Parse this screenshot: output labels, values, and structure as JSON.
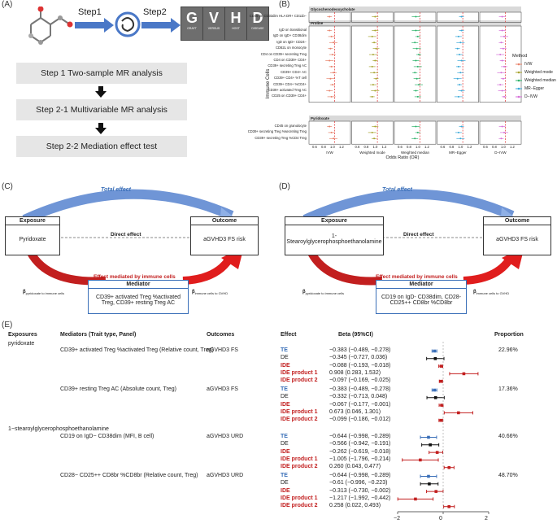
{
  "panel_labels": {
    "a": "(A)",
    "b": "(B)",
    "c": "(C)",
    "d": "(D)",
    "e": "(E)"
  },
  "panel_a": {
    "step1_arrow": "Step1",
    "step2_arrow": "Step2",
    "gvhd_letters": [
      {
        "letter": "G",
        "caption": "GRAFT"
      },
      {
        "letter": "V",
        "caption": "VERSUS"
      },
      {
        "letter": "H",
        "caption": "HOST"
      },
      {
        "letter": "D",
        "caption": "DISEASE"
      }
    ],
    "steps": [
      "Step 1 Two-sample MR analysis",
      "Step 2-1 Multivariable MR analysis",
      "Step 2-2 Mediation effect test"
    ]
  },
  "panel_b": {
    "y_axis_label": "Immune Cells",
    "x_axis_label": "Odds Ratio (OR)",
    "legend_title": "Method",
    "methods": [
      {
        "name": "IVW",
        "color": "#e8836b"
      },
      {
        "name": "Weighted mode",
        "color": "#a8a431"
      },
      {
        "name": "Weighted median",
        "color": "#2fb36b"
      },
      {
        "name": "MR−Egger",
        "color": "#3aa8d8"
      },
      {
        "name": "D−IVW",
        "color": "#d66fd8"
      }
    ],
    "facet_titles": [
      "IVW",
      "Weighted mode",
      "Weighted median",
      "MR−Egger",
      "D−IVW"
    ],
    "ticks": [
      "0.6",
      "0.8",
      "1.0",
      "1.2"
    ],
    "sections": [
      {
        "title": "Glycochenodeoxycholate",
        "rows": [
          "CD45 on CD33dim HLA DR+ CD11b−"
        ]
      },
      {
        "title": "Proline",
        "rows": [
          "IgD on transitional",
          "IgD on IgD+ CD38dim",
          "IgD on IgD+ CD24−",
          "CD62L on monocyte",
          "CD4 on CD39+ secreting Treg",
          "CD4 on CD39+ CD4+",
          "CD39+ secreting Treg AC",
          "CD39+ CD4+ AC",
          "CD39+ CD4+ %T cell",
          "CD39+ CD4+ %CD4+",
          "CD39+ activated Treg AC",
          "CD25 on CD39+ CD4+"
        ]
      },
      {
        "title": "Pyridoxate",
        "rows": [
          "CD45 on granulocyte",
          "CD39+ secreting Treg %secreting Treg",
          "CD39+ secreting Treg %CD4 Treg"
        ]
      }
    ]
  },
  "panel_c": {
    "total_effect": "Total effect",
    "direct_effect": "Direct effect",
    "mediated_effect": "Effect mediated by immune cells",
    "exposure_header": "Exposure",
    "exposure": "Pyridoxate",
    "outcome_header": "Outcome",
    "outcome": "aGVHD3 FS risk",
    "mediator_header": "Mediator",
    "mediator": "CD39+ activated Treg %activated Treg, CD39+ resting Treg AC",
    "beta_left": "β",
    "beta_left_sub": "pyridoxate to immune cells",
    "beta_right": "β",
    "beta_right_sub": "immune cells to GVHD"
  },
  "panel_d": {
    "total_effect": "Total effect",
    "direct_effect": "Direct effect",
    "mediated_effect": "Effect mediated by immune cells",
    "exposure_header": "Exposure",
    "exposure": "1-Stearoylglycerophosphoethanolamine",
    "outcome_header": "Outcome",
    "outcome": "aGVHD3 FS risk",
    "mediator_header": "Mediator",
    "mediator": "CD19 on IgD- CD38dim, CD28- CD25++ CD8br %CD8br",
    "beta_left": "β",
    "beta_left_sub": "pyridoxate to immune cells",
    "beta_right": "β",
    "beta_right_sub": "immune cells to GVHD"
  },
  "panel_e": {
    "headers": {
      "exposures": "Exposures",
      "mediators": "Mediators (Trait type, Panel)",
      "outcomes": "Outcomes",
      "effect": "Effect",
      "beta": "Beta (95%CI)",
      "proportion": "Proportion"
    },
    "axis_ticks": [
      "−2",
      "0",
      "2"
    ],
    "groups": [
      {
        "exposure": "pyridoxate",
        "mediator": "CD39+ activated Treg %activated Treg (Relative count, Treg)",
        "outcome": "aGVHD3 FS",
        "proportion": "22.96%",
        "rows": [
          {
            "effect": "TE",
            "beta": "−0.383 (−0.489, −0.278)",
            "est": -0.383,
            "lo": -0.489,
            "hi": -0.278
          },
          {
            "effect": "DE",
            "beta": "−0.345 (−0.727, 0.036)",
            "est": -0.345,
            "lo": -0.727,
            "hi": 0.036
          },
          {
            "effect": "IDE",
            "beta": "−0.088 (−0.193, −0.018)",
            "est": -0.088,
            "lo": -0.193,
            "hi": -0.018
          },
          {
            "effect": "IDE product 1",
            "beta": "0.908 (0.283, 1.532)",
            "est": 0.908,
            "lo": 0.283,
            "hi": 1.532
          },
          {
            "effect": "IDE product 2",
            "beta": "−0.097 (−0.169, −0.025)",
            "est": -0.097,
            "lo": -0.169,
            "hi": -0.025
          }
        ]
      },
      {
        "exposure": "",
        "mediator": "CD39+ resting Treg AC (Absolute count, Treg)",
        "outcome": "aGVHD3 FS",
        "proportion": "17.36%",
        "rows": [
          {
            "effect": "TE",
            "beta": "−0.383 (−0.489, −0.278)",
            "est": -0.383,
            "lo": -0.489,
            "hi": -0.278
          },
          {
            "effect": "DE",
            "beta": "−0.332 (−0.713, 0.048)",
            "est": -0.332,
            "lo": -0.713,
            "hi": 0.048
          },
          {
            "effect": "IDE",
            "beta": "−0.067 (−0.177, −0.001)",
            "est": -0.067,
            "lo": -0.177,
            "hi": -0.001
          },
          {
            "effect": "IDE product 1",
            "beta": "0.673 (0.046, 1.301)",
            "est": 0.673,
            "lo": 0.046,
            "hi": 1.301
          },
          {
            "effect": "IDE product 2",
            "beta": "−0.099 (−0.186, −0.012)",
            "est": -0.099,
            "lo": -0.186,
            "hi": -0.012
          }
        ]
      },
      {
        "exposure": "1−stearoylglycerophosphoethanolamine",
        "mediator": "CD19 on IgD− CD38dim (MFI, B cell)",
        "outcome": "aGVHD3 URD",
        "proportion": "40.66%",
        "rows": [
          {
            "effect": "TE",
            "beta": "−0.644 (−0.998, −0.289)",
            "est": -0.644,
            "lo": -0.998,
            "hi": -0.289
          },
          {
            "effect": "DE",
            "beta": "−0.566 (−0.942, −0.191)",
            "est": -0.566,
            "lo": -0.942,
            "hi": -0.191
          },
          {
            "effect": "IDE",
            "beta": "−0.262 (−0.619, −0.018)",
            "est": -0.262,
            "lo": -0.619,
            "hi": -0.018
          },
          {
            "effect": "IDE product 1",
            "beta": "−1.005 (−1.796, −0.214)",
            "est": -1.005,
            "lo": -1.796,
            "hi": -0.214
          },
          {
            "effect": "IDE product 2",
            "beta": "0.260 (0.043, 0.477)",
            "est": 0.26,
            "lo": 0.043,
            "hi": 0.477
          }
        ]
      },
      {
        "exposure": "",
        "mediator": "CD28− CD25++ CD8br %CD8br (Relative count, Treg)",
        "outcome": "aGVHD3 URD",
        "proportion": "48.70%",
        "rows": [
          {
            "effect": "TE",
            "beta": "−0.644 (−0.998, −0.289)",
            "est": -0.644,
            "lo": -0.998,
            "hi": -0.289
          },
          {
            "effect": "DE",
            "beta": "−0.61 (−0.996, −0.223)",
            "est": -0.61,
            "lo": -0.996,
            "hi": -0.223
          },
          {
            "effect": "IDE",
            "beta": "−0.313 (−0.730, −0.002)",
            "est": -0.313,
            "lo": -0.73,
            "hi": -0.002
          },
          {
            "effect": "IDE product 1",
            "beta": "−1.217 (−1.992, −0.442)",
            "est": -1.217,
            "lo": -1.992,
            "hi": -0.442
          },
          {
            "effect": "IDE product 2",
            "beta": "0.258 (0.022, 0.493)",
            "est": 0.258,
            "lo": 0.022,
            "hi": 0.493
          }
        ]
      }
    ],
    "colors": {
      "TE": "#3a6fb8",
      "DE": "#111111",
      "IDE": "#c21f1f"
    }
  }
}
